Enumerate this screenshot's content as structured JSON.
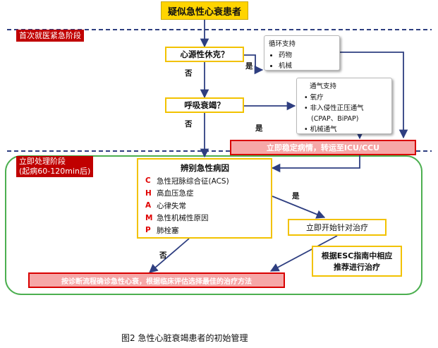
{
  "start": "疑似急性心衰患者",
  "stage1": "首次就医紧急阶段",
  "stage2": {
    "line1": "立即处理阶段",
    "line2": "(起病60-120min后)"
  },
  "q1": "心源性休克？",
  "q2": "呼吸衰竭？",
  "yes": "是",
  "no": "否",
  "circ": {
    "title": "循环支持",
    "items": [
      "药物",
      "机械"
    ]
  },
  "vent": {
    "title": "通气支持",
    "items": [
      "氧疗",
      "非入侵性正压通气",
      "(CPAP、BiPAP)",
      "机械通气"
    ]
  },
  "transfer": "立即稳定病情，转运至ICU/CCU",
  "identify": {
    "title": "辨别急性病因",
    "rows": [
      {
        "k": "C",
        "v": "急性冠脉综合征(ACS)"
      },
      {
        "k": "H",
        "v": "高血压急症"
      },
      {
        "k": "A",
        "v": "心律失常"
      },
      {
        "k": "M",
        "v": "急性机械性原因"
      },
      {
        "k": "P",
        "v": "肺栓塞"
      }
    ]
  },
  "targeted": "立即开始针对治疗",
  "esc": {
    "line1": "根据ESC指南中相应",
    "line2": "推荐进行治疗"
  },
  "bottom": "按诊断流程确诊急性心衰，根据临床评估选择最佳的治疗方法",
  "caption": "图2 急性心脏衰竭患者的初始管理",
  "colors": {
    "yellow": "#ffd400",
    "red": "#c00000",
    "arrow": "#2e3e80",
    "green": "#4caf50",
    "pink": "#f6a7a7"
  }
}
